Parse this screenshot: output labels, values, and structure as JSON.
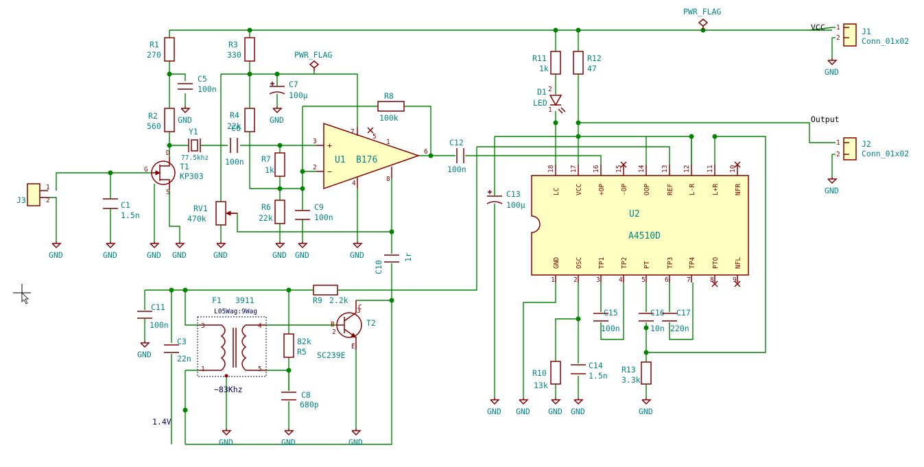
{
  "title": "",
  "nets": {
    "pwr_flag": "PWR_FLAG",
    "vcc": "VCC",
    "output": "Output",
    "gnd": "GND",
    "v14": "1.4V",
    "freq": "~83Khz"
  },
  "components": {
    "r1": {
      "ref": "R1",
      "val": "270"
    },
    "r2": {
      "ref": "R2",
      "val": "560"
    },
    "r3": {
      "ref": "R3",
      "val": "330"
    },
    "r4": {
      "ref": "R4",
      "val": "22k"
    },
    "r5": {
      "ref": "R5",
      "val": "82k"
    },
    "r6": {
      "ref": "R6",
      "val": "22k"
    },
    "r7": {
      "ref": "R7",
      "val": "1k"
    },
    "r8": {
      "ref": "R8",
      "val": "100k"
    },
    "r9": {
      "ref": "R9",
      "val": "2.2k"
    },
    "r10": {
      "ref": "R10",
      "val": "13k"
    },
    "r11": {
      "ref": "R11",
      "val": "1k"
    },
    "r12": {
      "ref": "R12",
      "val": "47"
    },
    "r13": {
      "ref": "R13",
      "val": "3.3k"
    },
    "rv1": {
      "ref": "RV1",
      "val": "470k"
    },
    "c1": {
      "ref": "C1",
      "val": "1.5n"
    },
    "c3": {
      "ref": "C3",
      "val": "22n"
    },
    "c5": {
      "ref": "C5",
      "val": "100n"
    },
    "c6": {
      "ref": "C6",
      "val": "100n"
    },
    "c7": {
      "ref": "C7",
      "val": "100µ"
    },
    "c8": {
      "ref": "C8",
      "val": "680p"
    },
    "c9": {
      "ref": "C9",
      "val": "100n"
    },
    "c10": {
      "ref": "C10",
      "val": "1r"
    },
    "c11": {
      "ref": "C11",
      "val": "100n"
    },
    "c12": {
      "ref": "C12",
      "val": "100n"
    },
    "c13": {
      "ref": "C13",
      "val": "100µ"
    },
    "c14": {
      "ref": "C14",
      "val": "1.5n"
    },
    "c15": {
      "ref": "C15",
      "val": "100n"
    },
    "c16": {
      "ref": "C16",
      "val": "10n"
    },
    "c17": {
      "ref": "C17",
      "val": "220n"
    },
    "y1": {
      "ref": "Y1",
      "val": "77.5khz"
    },
    "t1": {
      "ref": "T1",
      "val": "KP303"
    },
    "t2": {
      "ref": "T2",
      "val": "SC239E"
    },
    "d1": {
      "ref": "D1",
      "val": "LED"
    },
    "f1": {
      "ref": "F1",
      "val": "3911",
      "winding": "L05Wag:9Wag"
    },
    "j1": {
      "ref": "J1",
      "val": "Conn_01x02"
    },
    "j2": {
      "ref": "J2",
      "val": "Conn_01x02"
    },
    "j3": {
      "ref": "J3"
    }
  },
  "u1": {
    "ref": "U1",
    "val": "B176",
    "pins": [
      "3",
      "2",
      "7",
      "4",
      "8",
      "6",
      "5",
      "1"
    ]
  },
  "u2": {
    "ref": "U2",
    "val": "A4510D",
    "top_pins": [
      {
        "num": "18",
        "name": "LC"
      },
      {
        "num": "17",
        "name": "VCC"
      },
      {
        "num": "16",
        "name": "+OP"
      },
      {
        "num": "15",
        "name": "-OP"
      },
      {
        "num": "14",
        "name": "OOP"
      },
      {
        "num": "13",
        "name": "REF"
      },
      {
        "num": "12",
        "name": "L-R"
      },
      {
        "num": "11",
        "name": "L+R"
      },
      {
        "num": "10",
        "name": "NFR"
      }
    ],
    "bottom_pins": [
      {
        "num": "1",
        "name": "GND"
      },
      {
        "num": "2",
        "name": "OSC"
      },
      {
        "num": "3",
        "name": "TP1"
      },
      {
        "num": "4",
        "name": "TP2"
      },
      {
        "num": "5",
        "name": "PT"
      },
      {
        "num": "6",
        "name": "TP3"
      },
      {
        "num": "7",
        "name": "TP4"
      },
      {
        "num": "8",
        "name": "PTO"
      },
      {
        "num": "9",
        "name": "NFL"
      }
    ]
  },
  "pin_numbers": {
    "one": "1",
    "two": "2",
    "three": "3",
    "four": "4",
    "five": "5"
  },
  "transistor_pins": {
    "g": "G",
    "d": "D",
    "s": "S",
    "b": "B",
    "c": "C",
    "e": "E"
  }
}
